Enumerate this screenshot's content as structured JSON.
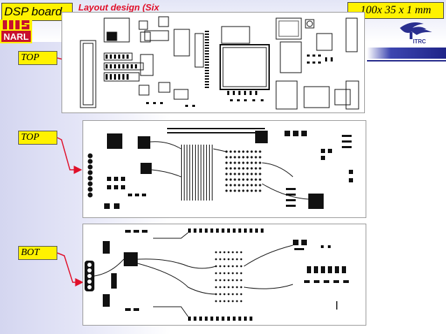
{
  "slide": {
    "title": "DSP board",
    "subtitle": "Layout design (Six Layer)",
    "dimensions": "100x 35 x 1 mm",
    "logo_text": "NARL",
    "itrc_logo_text": "ITRC"
  },
  "views": [
    {
      "label": "TOP"
    },
    {
      "label": "TOP"
    },
    {
      "label": "BOT"
    }
  ],
  "colors": {
    "label_bg": "#fff200",
    "arrow": "#e0102a",
    "title_red": "#e0102a",
    "navy": "#1f2488"
  }
}
